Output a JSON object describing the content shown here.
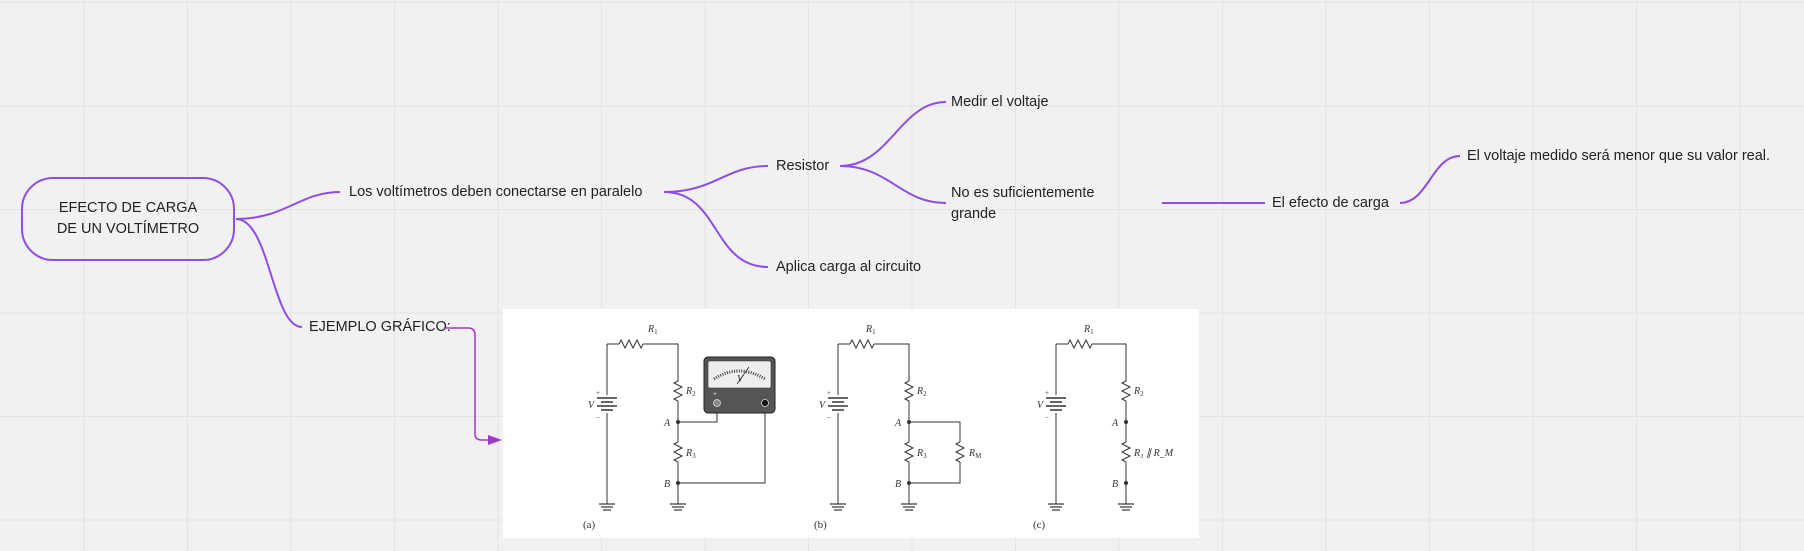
{
  "root": {
    "text": "EFECTO DE CARGA DE UN VOLTÍMETRO"
  },
  "branches": {
    "paralelo": "Los voltímetros deben conectarse en paralelo",
    "resistor": "Resistor",
    "medir": "Medir el voltaje",
    "no_suficiente": "No es suficientemente grande",
    "efecto": "El efecto de carga",
    "menor": "El voltaje medido será menor que su valor real.",
    "aplica": "Aplica carga al circuito",
    "ejemplo": "EJEMPLO GRÁFICO:"
  },
  "figure": {
    "captions": [
      "(a)",
      "(b)",
      "(c)"
    ],
    "labels": {
      "r1": "R",
      "r1_sub": "1",
      "r2": "R",
      "r2_sub": "2",
      "r3": "R",
      "r3_sub": "3",
      "rm": "R",
      "rm_sub": "M",
      "v": "V",
      "a": "A",
      "b": "B",
      "plus": "+",
      "minus": "−",
      "par": "R₃ ∥ R_M"
    }
  },
  "colors": {
    "connector": "#8d4ee8",
    "arrow": "#a236c4",
    "background": "#f1f1f1"
  }
}
